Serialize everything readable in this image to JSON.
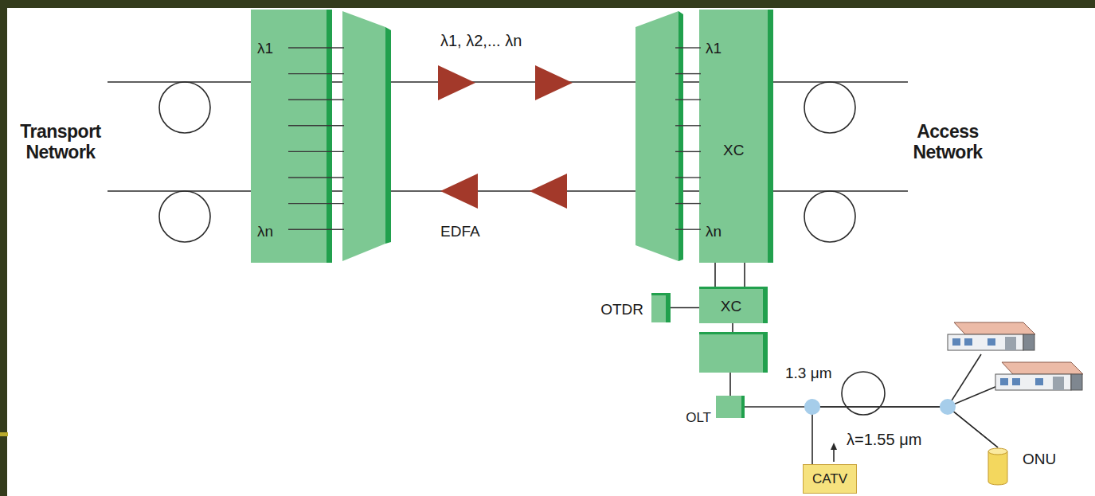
{
  "diagram": {
    "nodes": [
      {
        "text": [
          "λ1",
          "λn"
        ]
      },
      {
        "text": [
          "λ1",
          "XC",
          "λn"
        ]
      },
      {
        "text": [
          "OTDR"
        ]
      },
      {
        "text": [
          "XC"
        ]
      },
      {
        "text": [
          "OLT"
        ]
      },
      {
        "text": [
          "CATV"
        ]
      },
      {
        "text": [
          "ONU"
        ]
      }
    ],
    "edges": [
      {
        "from": 0,
        "to": 1,
        "arrow": "none",
        "label": "λ1, λ2,... λn"
      },
      {
        "from": 1,
        "to": 0,
        "arrow": "none"
      },
      {
        "from": 1,
        "to": 3,
        "arrow": "none"
      },
      {
        "from": 2,
        "to": 3,
        "arrow": "none"
      },
      {
        "from": 4,
        "to": 6,
        "arrow": "none"
      },
      {
        "from": 5,
        "to": 6,
        "arrow": "none"
      }
    ],
    "labels": [
      "Transport Network",
      "EDFA",
      "Access Network",
      "1.3 μm",
      "λ=1.55 μm"
    ]
  }
}
